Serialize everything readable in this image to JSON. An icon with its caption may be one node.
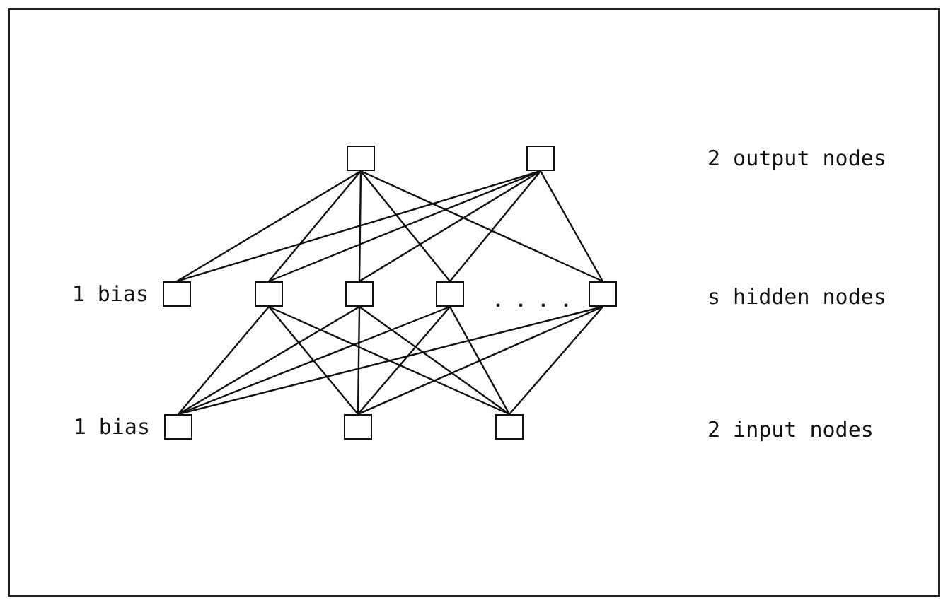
{
  "diagram": {
    "nodes": [
      {
        "text": [],
        "shape": "box"
      },
      {
        "text": [],
        "shape": "box"
      },
      {
        "text": [],
        "shape": "box",
        "beside": [
          "1 bias"
        ]
      },
      {
        "text": [],
        "shape": "box"
      },
      {
        "text": [],
        "shape": "box"
      },
      {
        "text": [],
        "shape": "box"
      },
      {
        "text": [],
        "shape": "box"
      },
      {
        "text": [],
        "shape": "box",
        "beside": [
          "1 bias"
        ]
      },
      {
        "text": [],
        "shape": "box"
      },
      {
        "text": [],
        "shape": "box"
      }
    ],
    "edges": [
      {
        "from": 0,
        "to": 2,
        "arrow": "none"
      },
      {
        "from": 0,
        "to": 3,
        "arrow": "none"
      },
      {
        "from": 0,
        "to": 4,
        "arrow": "none"
      },
      {
        "from": 0,
        "to": 5,
        "arrow": "none"
      },
      {
        "from": 0,
        "to": 6,
        "arrow": "none"
      },
      {
        "from": 1,
        "to": 2,
        "arrow": "none"
      },
      {
        "from": 1,
        "to": 3,
        "arrow": "none"
      },
      {
        "from": 1,
        "to": 4,
        "arrow": "none"
      },
      {
        "from": 1,
        "to": 5,
        "arrow": "none"
      },
      {
        "from": 1,
        "to": 6,
        "arrow": "none"
      },
      {
        "from": 3,
        "to": 7,
        "arrow": "none"
      },
      {
        "from": 3,
        "to": 8,
        "arrow": "none"
      },
      {
        "from": 3,
        "to": 9,
        "arrow": "none"
      },
      {
        "from": 4,
        "to": 7,
        "arrow": "none"
      },
      {
        "from": 4,
        "to": 8,
        "arrow": "none"
      },
      {
        "from": 4,
        "to": 9,
        "arrow": "none"
      },
      {
        "from": 5,
        "to": 7,
        "arrow": "none"
      },
      {
        "from": 5,
        "to": 8,
        "arrow": "none"
      },
      {
        "from": 5,
        "to": 9,
        "arrow": "none"
      },
      {
        "from": 6,
        "to": 7,
        "arrow": "none"
      },
      {
        "from": 6,
        "to": 8,
        "arrow": "none"
      },
      {
        "from": 6,
        "to": 9,
        "arrow": "none"
      }
    ],
    "labels": [
      "2 output nodes",
      "s hidden nodes",
      "2 input nodes"
    ]
  }
}
